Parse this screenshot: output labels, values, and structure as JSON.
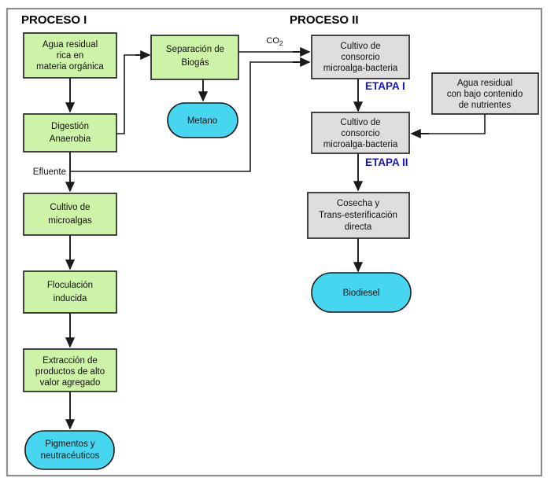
{
  "figure": {
    "sections": [
      {
        "id": "proceso-1",
        "title": "PROCESO I"
      },
      {
        "id": "proceso-2",
        "title": "PROCESO II"
      }
    ],
    "colors": {
      "green_fill": "#cdf3a8",
      "gray_fill": "#dedede",
      "cyan_fill": "#47d6f0",
      "node_stroke": "#1a1a1a",
      "etapa_text": "#1414c8",
      "frame_stroke": "#8d8d8d"
    },
    "nodes": [
      {
        "id": "agua-residual-organica",
        "shape": "rect",
        "fill": "green",
        "lines": [
          "Agua residual",
          "rica en",
          "materia orgánica"
        ]
      },
      {
        "id": "digestion-anaerobia",
        "shape": "rect",
        "fill": "green",
        "lines": [
          "Digestión",
          "Anaerobia"
        ]
      },
      {
        "id": "separacion-biogas",
        "shape": "rect",
        "fill": "green",
        "lines": [
          "Separación de",
          "Biogás"
        ]
      },
      {
        "id": "metano",
        "shape": "stadium",
        "fill": "cyan",
        "lines": [
          "Metano"
        ]
      },
      {
        "id": "cultivo-microalgas",
        "shape": "rect",
        "fill": "green",
        "lines": [
          "Cultivo de",
          "microalgas"
        ]
      },
      {
        "id": "floculacion-inducida",
        "shape": "rect",
        "fill": "green",
        "lines": [
          "Floculación",
          "inducida"
        ]
      },
      {
        "id": "extraccion-productos",
        "shape": "rect",
        "fill": "green",
        "lines": [
          "Extracción de",
          "productos de alto",
          "valor agregado"
        ]
      },
      {
        "id": "pigmentos-neutraceuticos",
        "shape": "stadium",
        "fill": "cyan",
        "lines": [
          "Pigmentos y",
          "neutracéuticos"
        ]
      },
      {
        "id": "cultivo-consorcio-etapa1",
        "shape": "rect",
        "fill": "gray",
        "lines": [
          "Cultivo de",
          "consorcio",
          "microalga-bacteria"
        ]
      },
      {
        "id": "cultivo-consorcio-etapa2",
        "shape": "rect",
        "fill": "gray",
        "lines": [
          "Cultivo de",
          "consorcio",
          "microalga-bacteria"
        ]
      },
      {
        "id": "agua-residual-bajo-nutrientes",
        "shape": "rect",
        "fill": "gray",
        "lines": [
          "Agua residual",
          "con bajo contenido",
          "de nutrientes"
        ]
      },
      {
        "id": "cosecha-transesterificacion",
        "shape": "rect",
        "fill": "gray",
        "lines": [
          "Cosecha y",
          "Trans-esterificación",
          "directa"
        ]
      },
      {
        "id": "biodiesel",
        "shape": "stadium",
        "fill": "cyan",
        "lines": [
          "Biodiesel"
        ]
      }
    ],
    "stage_labels": [
      {
        "id": "etapa-1",
        "text": "ETAPA I"
      },
      {
        "id": "etapa-2",
        "text": "ETAPA II"
      }
    ],
    "edge_labels": [
      {
        "id": "co2",
        "text_main": "CO",
        "text_sub": "2"
      },
      {
        "id": "efluente",
        "text": "Efluente"
      }
    ]
  }
}
